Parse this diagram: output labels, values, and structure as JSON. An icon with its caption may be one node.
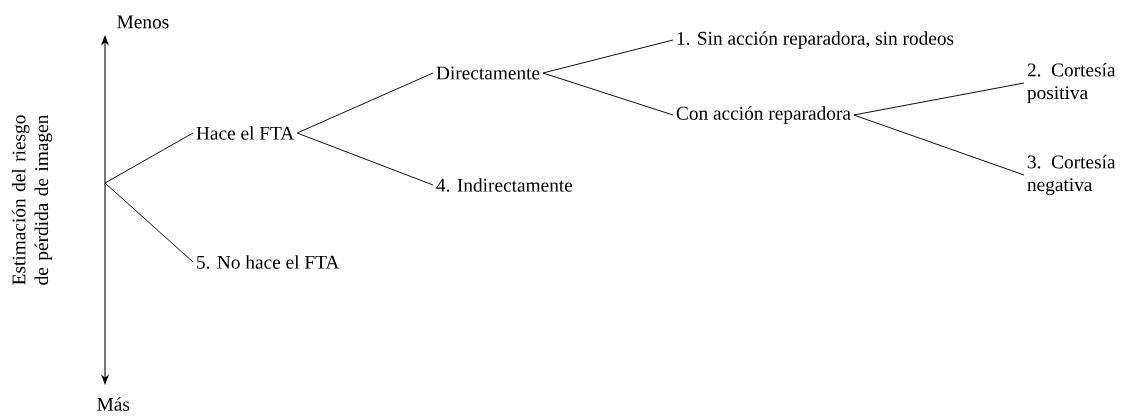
{
  "diagram": {
    "nodes": [
      {
        "text": [
          "Hace el FTA"
        ]
      },
      {
        "text": [
          "5. No hace el FTA"
        ]
      },
      {
        "text": [
          "Directamente"
        ]
      },
      {
        "text": [
          "4. Indirectamente"
        ]
      },
      {
        "text": [
          "1. Sin acción reparadora, sin rodeos"
        ]
      },
      {
        "text": [
          "Con acción reparadora"
        ]
      },
      {
        "text": [
          "2. Cortesía positiva"
        ]
      },
      {
        "text": [
          "3. Cortesía negativa"
        ]
      }
    ],
    "edges": [
      {
        "from": null,
        "to": 0,
        "arrow": "none"
      },
      {
        "from": null,
        "to": 1,
        "arrow": "none"
      },
      {
        "from": 0,
        "to": 2,
        "arrow": "none"
      },
      {
        "from": 0,
        "to": 3,
        "arrow": "none"
      },
      {
        "from": 2,
        "to": 4,
        "arrow": "none"
      },
      {
        "from": 2,
        "to": 5,
        "arrow": "none"
      },
      {
        "from": 5,
        "to": 6,
        "arrow": "none"
      },
      {
        "from": 5,
        "to": 7,
        "arrow": "none"
      }
    ],
    "labels": [
      "Menos",
      "Estimación del riesgo de pérdida de imagen",
      "Más"
    ]
  }
}
